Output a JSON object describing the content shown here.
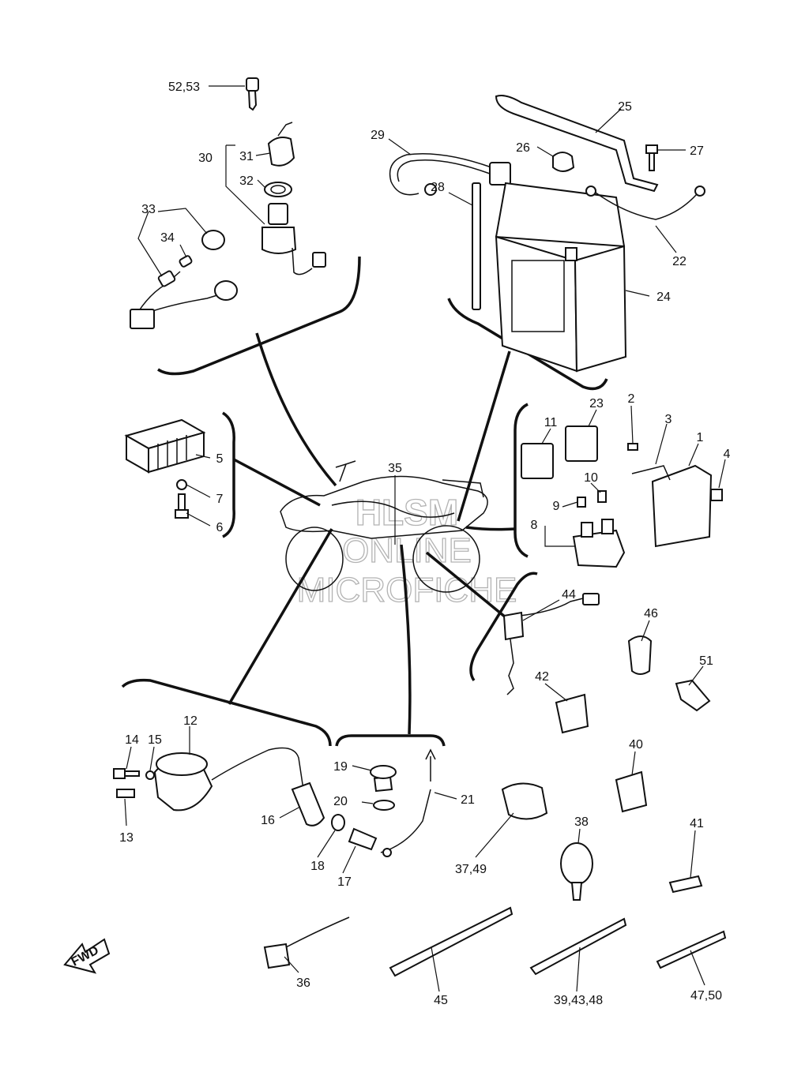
{
  "watermark": {
    "line1": "HLSM",
    "line2": "ONLINE",
    "line3": "MICROFICHE"
  },
  "fwd_badge": "FWD",
  "callouts": {
    "c1": "1",
    "c2": "2",
    "c3": "3",
    "c4": "4",
    "c5": "5",
    "c6": "6",
    "c7": "7",
    "c8": "8",
    "c9": "9",
    "c10": "10",
    "c11": "11",
    "c12": "12",
    "c13": "13",
    "c14": "14",
    "c15": "15",
    "c16": "16",
    "c17": "17",
    "c18": "18",
    "c19": "19",
    "c20": "20",
    "c21": "21",
    "c22": "22",
    "c23": "23",
    "c24": "24",
    "c25": "25",
    "c26": "26",
    "c27": "27",
    "c28": "28",
    "c29": "29",
    "c30": "30",
    "c31": "31",
    "c32": "32",
    "c33": "33",
    "c34": "34",
    "c35": "35",
    "c36": "36",
    "c37_49": "37,49",
    "c38": "38",
    "c39_43_48": "39,43,48",
    "c40": "40",
    "c41": "41",
    "c42": "42",
    "c44": "44",
    "c45": "45",
    "c46": "46",
    "c47_50": "47,50",
    "c51": "51",
    "c52_53": "52,53"
  }
}
